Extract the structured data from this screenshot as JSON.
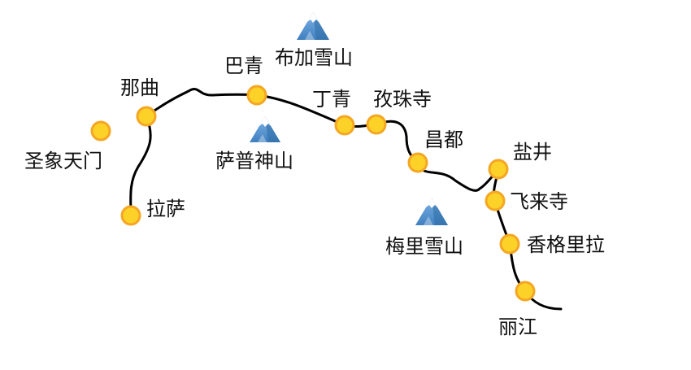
{
  "colors": {
    "route_line": "#000000",
    "marker_fill": "#fcd128",
    "marker_ring": "#f5a623",
    "mountain_main": "#5b9bd5",
    "mountain_shade": "#2e6da4",
    "mountain_snow": "#ffffff",
    "label_text": "#111111"
  },
  "stops": [
    {
      "id": "lasa",
      "name": "拉萨"
    },
    {
      "id": "naqu",
      "name": "那曲"
    },
    {
      "id": "baqing",
      "name": "巴青"
    },
    {
      "id": "dingqing",
      "name": "丁青"
    },
    {
      "id": "zizhusi",
      "name": "孜珠寺"
    },
    {
      "id": "changdu",
      "name": "昌都"
    },
    {
      "id": "yanjing",
      "name": "盐井"
    },
    {
      "id": "feilaisi",
      "name": "飞来寺"
    },
    {
      "id": "xianggelila",
      "name": "香格里拉"
    },
    {
      "id": "lijiang",
      "name": "丽江"
    }
  ],
  "extra_places": [
    {
      "id": "shengxiang",
      "name": "圣象天门"
    }
  ],
  "mountains": [
    {
      "id": "bujia",
      "name": "布加雪山",
      "icon": "snow-mountain-icon"
    },
    {
      "id": "sapu",
      "name": "萨普神山",
      "icon": "snow-mountain-icon"
    },
    {
      "id": "meili",
      "name": "梅里雪山",
      "icon": "snow-mountain-icon"
    }
  ]
}
